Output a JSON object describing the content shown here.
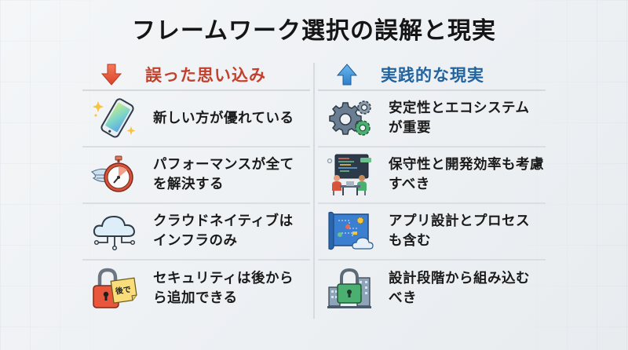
{
  "title": "フレームワーク選択の誤解と現実",
  "colors": {
    "misconception": "#c2412d",
    "reality": "#23639e",
    "background": "#eef1f4"
  },
  "left": {
    "header": {
      "label": "誤った思い込み",
      "icon": "arrow-down-icon"
    },
    "items": [
      {
        "line1": "新しい方が優れている",
        "line2": "",
        "icon": "smartphone-sparkle-icon"
      },
      {
        "line1": "パフォーマンスが全て",
        "line2": "を解決する",
        "icon": "winged-stopwatch-icon"
      },
      {
        "line1": "クラウドネイティブは",
        "line2": "インフラのみ",
        "icon": "cloud-network-icon"
      },
      {
        "line1": "セキュリティは後から",
        "line2": "ら追加できる",
        "icon": "unlocked-padlock-note-icon",
        "note": "後で"
      }
    ]
  },
  "right": {
    "header": {
      "label": "実践的な現実",
      "icon": "arrow-up-icon"
    },
    "items": [
      {
        "line1": "安定性とエコシステム",
        "line2": "が重要",
        "icon": "gears-icon"
      },
      {
        "line1": "保守性と開発効率も考慮",
        "line2": "すべき",
        "icon": "developers-team-icon"
      },
      {
        "line1": "アプリ設計とプロセス",
        "line2": "も含む",
        "icon": "blueprint-cloud-icon"
      },
      {
        "line1": "設計段階から組み込む",
        "line2": "べき",
        "icon": "secure-building-lock-icon"
      }
    ]
  }
}
